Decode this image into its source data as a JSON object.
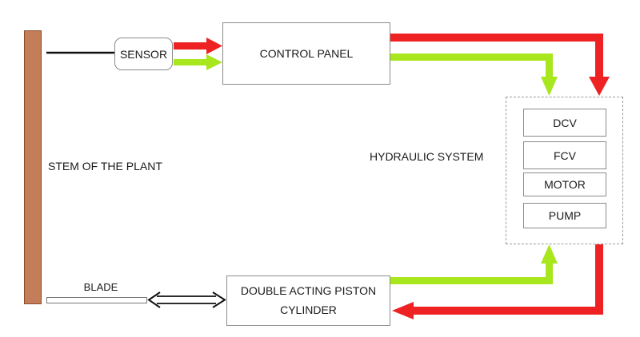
{
  "labels": {
    "sensor": "SENSOR",
    "control_panel": "CONTROL PANEL",
    "stem": "STEM OF THE PLANT",
    "hydraulic_system": "HYDRAULIC SYSTEM",
    "dcv": "DCV",
    "fcv": "FCV",
    "motor": "MOTOR",
    "pump": "PUMP",
    "blade": "BLADE",
    "cylinder_line1": "DOUBLE ACTING PISTON",
    "cylinder_line2": "CYLINDER"
  },
  "colors": {
    "red_arrow": "#ee2222",
    "green_arrow": "#a8e61d",
    "stem_fill": "#c37d58",
    "box_border": "#8a8a8a"
  }
}
